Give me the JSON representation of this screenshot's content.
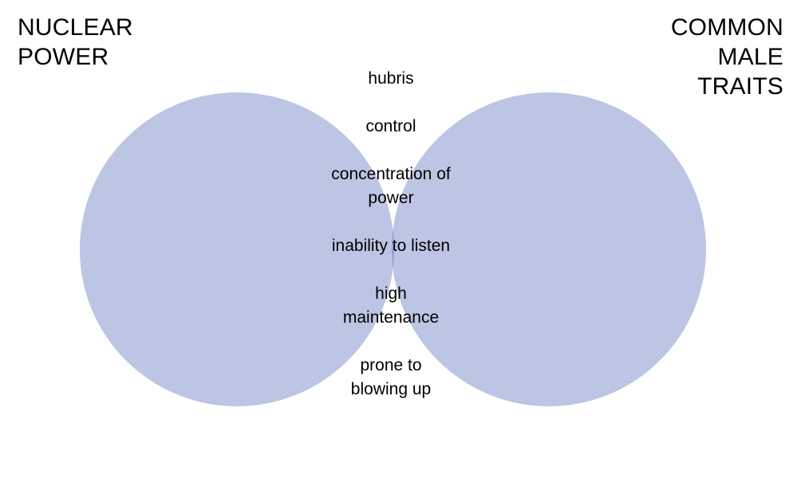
{
  "colors": {
    "circle_fill": "#bcc5e3",
    "overlap_fill": "#91a3d5",
    "background": "#ffffff",
    "text": "#000000"
  },
  "sets": {
    "left": {
      "label": "NUCLEAR\nPOWER"
    },
    "right": {
      "label": "COMMON\nMALE\nTRAITS"
    }
  },
  "overlap": {
    "items": [
      "hubris",
      "control",
      "concentration of\npower",
      "inability to listen",
      "high\nmaintenance",
      "prone to\nblowing up"
    ]
  }
}
